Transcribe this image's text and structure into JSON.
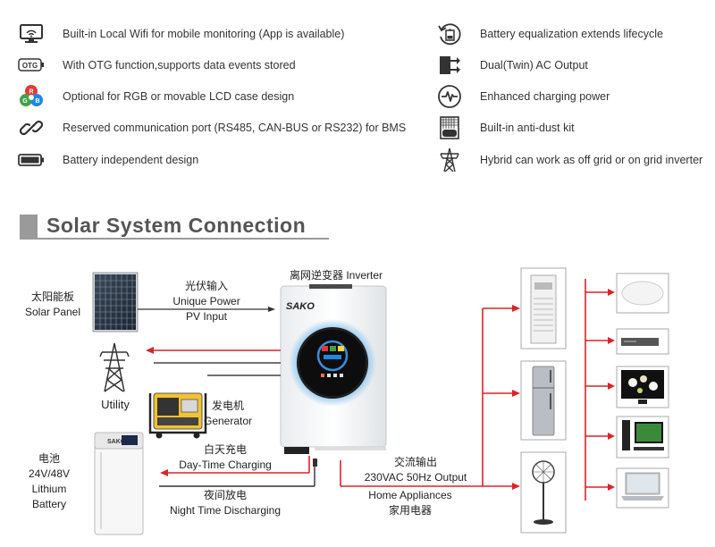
{
  "features_left": [
    {
      "icon": "wifi-monitor-icon",
      "text": "Built-in Local Wifi for mobile monitoring (App is available)"
    },
    {
      "icon": "otg-icon",
      "text": "With OTG function,supports data events stored",
      "icon_text": "OTG"
    },
    {
      "icon": "rgb-icon",
      "text": "Optional for RGB or movable LCD case design",
      "icon_letters": [
        "R",
        "G",
        "B"
      ]
    },
    {
      "icon": "link-icon",
      "text": "Reserved communication port (RS485, CAN-BUS or RS232) for BMS"
    },
    {
      "icon": "battery-icon",
      "text": "Battery independent design"
    }
  ],
  "features_right": [
    {
      "icon": "battery-cycle-icon",
      "text": "Battery equalization extends lifecycle"
    },
    {
      "icon": "dual-output-icon",
      "text": "Dual(Twin) AC Output"
    },
    {
      "icon": "charging-power-icon",
      "text": "Enhanced charging power"
    },
    {
      "icon": "anti-dust-icon",
      "text": "Built-in anti-dust kit"
    },
    {
      "icon": "grid-tower-icon",
      "text": "Hybrid can work as off grid or on grid inverter"
    }
  ],
  "section": {
    "title": "Solar System Connection"
  },
  "diagram": {
    "inverter_label": "离网逆变器 Inverter",
    "brand": "SAKO",
    "solar_panel": {
      "cn": "太阳能板",
      "en": "Solar Panel"
    },
    "pv_input": {
      "cn": "光伏输入",
      "en1": "Unique Power",
      "en2": "PV Input"
    },
    "utility": "Utility",
    "generator": {
      "cn": "发电机",
      "en": "Generator"
    },
    "battery": {
      "cn": "电池",
      "line1": "24V/48V",
      "line2": "Lithium",
      "line3": "Battery"
    },
    "day_charging": {
      "cn": "白天充电",
      "en": "Day-Time Charging"
    },
    "night_discharging": {
      "cn": "夜间放电",
      "en": "Night Time Discharging"
    },
    "ac_output": {
      "cn": "交流输出",
      "en": "230VAC 50Hz Output"
    },
    "home_appliances": {
      "en": "Home Appliances",
      "cn": "家用电器"
    }
  },
  "colors": {
    "wire_red": "#d9232a",
    "wire_dark": "#333333",
    "accent_blue": "#5aa8e6"
  }
}
